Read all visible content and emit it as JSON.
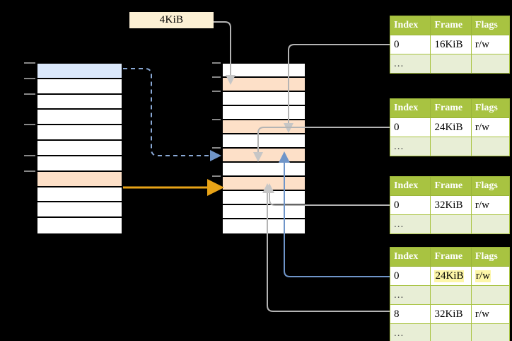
{
  "diagram": {
    "title": "multi-level-page-table-walk",
    "page_size_label": {
      "text": "4KiB"
    },
    "colors": {
      "header_green": "#a8c341",
      "row_alt_green": "#e8eed6",
      "highlight_yellow": "#fdf6a8",
      "peach": "#fde0c8",
      "blue": "#dbe8fb",
      "arrow_orange": "#e8a317",
      "arrow_blue": "#6f95c9",
      "wire_gray": "#b4b4b4"
    }
  },
  "left_column": {
    "name": "virtual-address-space",
    "rows": [
      {
        "label": "",
        "fill": "blue"
      },
      {
        "label": "",
        "fill": "white"
      },
      {
        "label": "",
        "fill": "white"
      },
      {
        "label": "",
        "fill": "white"
      },
      {
        "label": "",
        "fill": "white"
      },
      {
        "label": "",
        "fill": "white"
      },
      {
        "label": "",
        "fill": "white"
      },
      {
        "label": "",
        "fill": "peach"
      },
      {
        "label": "",
        "fill": "white"
      },
      {
        "label": "",
        "fill": "white"
      },
      {
        "label": "",
        "fill": "white"
      }
    ]
  },
  "middle_column": {
    "name": "physical-memory",
    "rows": [
      {
        "label": "",
        "fill": "white"
      },
      {
        "label": "",
        "fill": "peach"
      },
      {
        "label": "",
        "fill": "white"
      },
      {
        "label": "",
        "fill": "white"
      },
      {
        "label": "",
        "fill": "peach"
      },
      {
        "label": "",
        "fill": "white"
      },
      {
        "label": "",
        "fill": "peach"
      },
      {
        "label": "",
        "fill": "white"
      },
      {
        "label": "",
        "fill": "peach"
      },
      {
        "label": "",
        "fill": "white"
      },
      {
        "label": "",
        "fill": "white"
      },
      {
        "label": "",
        "fill": "white"
      }
    ]
  },
  "tables": [
    {
      "name": "page-table-level-1",
      "headers": [
        "Index",
        "Frame",
        "Flags"
      ],
      "rows": [
        {
          "cells": [
            "0",
            "16KiB",
            "r/w"
          ],
          "ellipsis": false,
          "highlight": []
        },
        {
          "cells": [
            "...",
            "",
            ""
          ],
          "ellipsis": true,
          "highlight": []
        }
      ]
    },
    {
      "name": "page-table-level-2",
      "headers": [
        "Index",
        "Frame",
        "Flags"
      ],
      "rows": [
        {
          "cells": [
            "0",
            "24KiB",
            "r/w"
          ],
          "ellipsis": false,
          "highlight": []
        },
        {
          "cells": [
            "...",
            "",
            ""
          ],
          "ellipsis": true,
          "highlight": []
        }
      ]
    },
    {
      "name": "page-table-level-3",
      "headers": [
        "Index",
        "Frame",
        "Flags"
      ],
      "rows": [
        {
          "cells": [
            "0",
            "32KiB",
            "r/w"
          ],
          "ellipsis": false,
          "highlight": []
        },
        {
          "cells": [
            "...",
            "",
            ""
          ],
          "ellipsis": true,
          "highlight": []
        }
      ]
    },
    {
      "name": "page-table-level-4",
      "headers": [
        "Index",
        "Frame",
        "Flags"
      ],
      "rows": [
        {
          "cells": [
            "0",
            "24KiB",
            "r/w"
          ],
          "ellipsis": false,
          "highlight": [
            1,
            2
          ]
        },
        {
          "cells": [
            "...",
            "",
            ""
          ],
          "ellipsis": true,
          "highlight": []
        },
        {
          "cells": [
            "8",
            "32KiB",
            "r/w"
          ],
          "ellipsis": false,
          "highlight": []
        },
        {
          "cells": [
            "...",
            "",
            ""
          ],
          "ellipsis": true,
          "highlight": []
        }
      ]
    }
  ]
}
